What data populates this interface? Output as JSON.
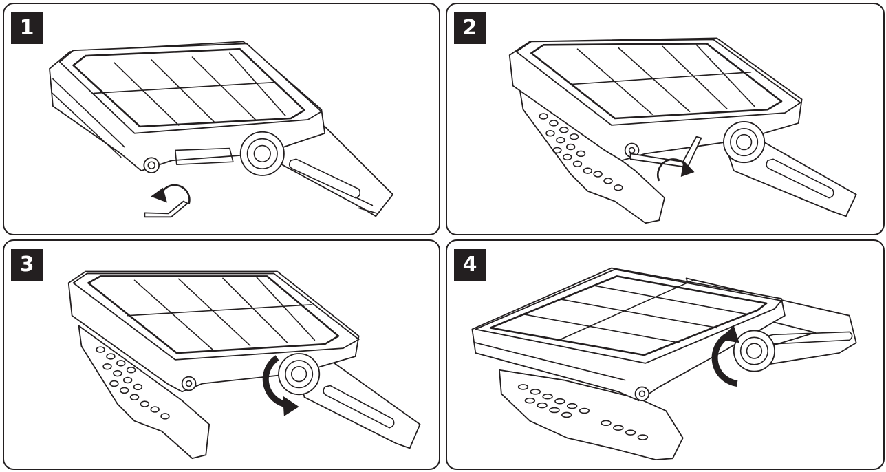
{
  "steps": [
    {
      "number": "1"
    },
    {
      "number": "2"
    },
    {
      "number": "3"
    },
    {
      "number": "4"
    }
  ],
  "colors": {
    "ink": "#231f20",
    "paper": "#ffffff"
  },
  "icons": [
    "hex-key-icon",
    "rotate-arrow-icon",
    "solar-light-icon"
  ]
}
